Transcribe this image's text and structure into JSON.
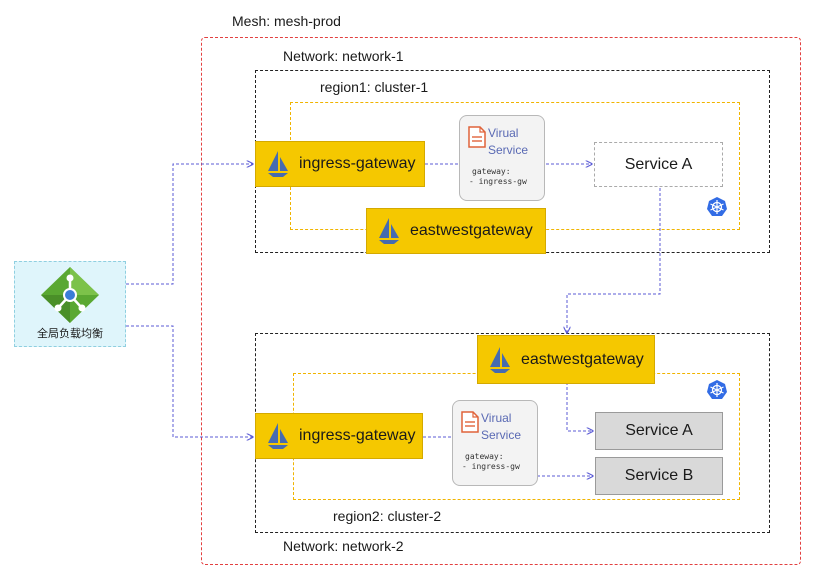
{
  "mesh": {
    "label": "Mesh: mesh-prod"
  },
  "network1": {
    "label": "Network: network-1",
    "region_label": "region1: cluster-1",
    "ingress_label": "ingress-gateway",
    "eastwest_label": "eastwestgateway",
    "virtual_service": {
      "title_line1": "Virual",
      "title_line2": "Service",
      "gateway_line1": "gateway:",
      "gateway_line2": "- ingress-gw"
    },
    "service_a": "Service A"
  },
  "network2": {
    "label": "Network: network-2",
    "region_label": "region2: cluster-2",
    "ingress_label": "ingress-gateway",
    "eastwest_label": "eastwestgateway",
    "virtual_service": {
      "title_line1": "Virual",
      "title_line2": "Service",
      "gateway_line1": "gateway:",
      "gateway_line2": "- ingress-gw"
    },
    "service_a": "Service A",
    "service_b": "Service B"
  },
  "load_balancer": {
    "label": "全局负载均衡"
  },
  "colors": {
    "mesh_border": "#e34040",
    "gateway_fill": "#f5c800",
    "arrow": "#5b5bd6",
    "k8s": "#326ce5",
    "lb_fill": "#dff5fb",
    "lb_icon": "#5aa832"
  },
  "icons": [
    "istio-sail-icon",
    "virtual-service-doc-icon",
    "kubernetes-icon",
    "global-load-balancer-icon"
  ]
}
